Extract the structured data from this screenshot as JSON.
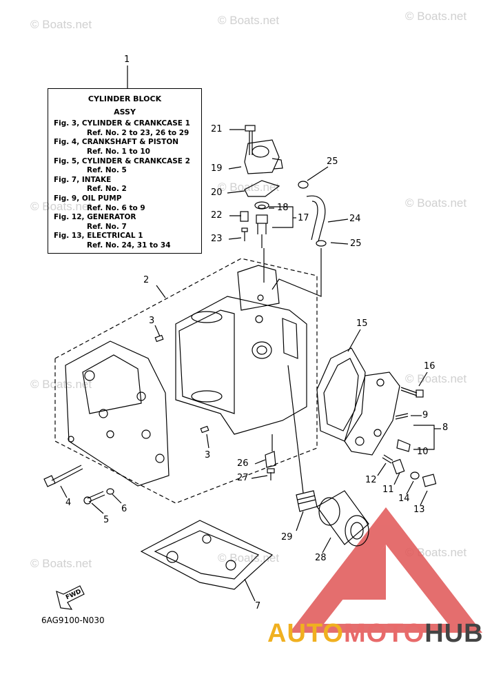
{
  "watermark": "© Boats.net",
  "legend": {
    "title1": "CYLINDER BLOCK",
    "title2": "ASSY",
    "lines": [
      {
        "fig": "Fig. 3, CYLINDER & CRANKCASE 1",
        "ref": "Ref. No. 2 to 23, 26 to 29"
      },
      {
        "fig": "Fig. 4, CRANKSHAFT & PISTON",
        "ref": "Ref. No. 1 to 10"
      },
      {
        "fig": "Fig. 5, CYLINDER & CRANKCASE 2",
        "ref": "Ref. No. 5"
      },
      {
        "fig": "Fig. 7, INTAKE",
        "ref": "Ref. No. 2"
      },
      {
        "fig": "Fig. 9, OIL PUMP",
        "ref": "Ref. No. 6 to 9"
      },
      {
        "fig": "Fig. 12, GENERATOR",
        "ref": "Ref. No. 7"
      },
      {
        "fig": "Fig. 13, ELECTRICAL 1",
        "ref": "Ref. No. 24, 31 to 34"
      }
    ]
  },
  "callouts": {
    "n1": "1",
    "n2": "2",
    "n3a": "3",
    "n3b": "3",
    "n4": "4",
    "n5": "5",
    "n6": "6",
    "n7": "7",
    "n8": "8",
    "n9": "9",
    "n10": "10",
    "n11": "11",
    "n12": "12",
    "n13": "13",
    "n14": "14",
    "n15": "15",
    "n16": "16",
    "n17": "17",
    "n18": "18",
    "n19": "19",
    "n20": "20",
    "n21": "21",
    "n22": "22",
    "n23": "23",
    "n24": "24",
    "n25a": "25",
    "n25b": "25",
    "n26": "26",
    "n27": "27",
    "n28": "28",
    "n29": "29"
  },
  "fwd_label": "FWD",
  "diagram_code": "6AG9100-N030",
  "brand": {
    "part1": "AUTO",
    "part2": "MOTO",
    "part3": "HUB"
  }
}
